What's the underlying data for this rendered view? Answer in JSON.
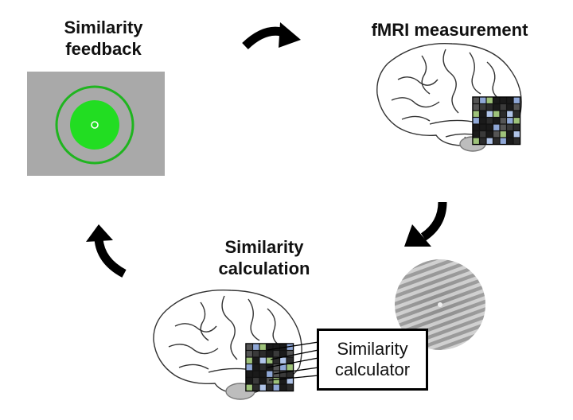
{
  "labels": {
    "feedback_line1": "Similarity",
    "feedback_line2": "feedback",
    "fmri": "fMRI measurement",
    "calc_line1": "Similarity",
    "calc_line2": "calculation"
  },
  "calculator": {
    "line1": "Similarity",
    "line2": "calculator"
  },
  "colors": {
    "panel_gray": "#a9a9a9",
    "feedback_green": "#22dd22",
    "ring_green": "#1fb51f",
    "arrow": "#000000"
  },
  "icons": [
    "cycle-arrow",
    "brain",
    "voxel-grid",
    "gabor-grating"
  ]
}
